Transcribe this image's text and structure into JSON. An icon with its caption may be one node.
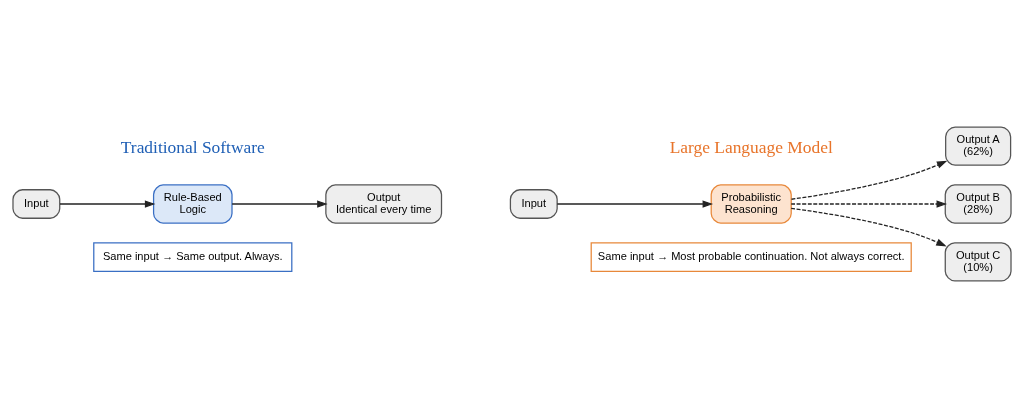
{
  "diagram": {
    "nodes": [
      {
        "text": [
          "Input"
        ]
      },
      {
        "text": [
          "Rule-Based Logic"
        ]
      },
      {
        "text": [
          "Output",
          "Identical every time"
        ]
      },
      {
        "text": [
          "Same input → Same output. Always."
        ]
      },
      {
        "text": [
          "Input"
        ]
      },
      {
        "text": [
          "Probabilistic Reasoning"
        ]
      },
      {
        "text": [
          "Output A",
          "(62%)"
        ]
      },
      {
        "text": [
          "Output B",
          "(28%)"
        ]
      },
      {
        "text": [
          "Output C",
          "(10%)"
        ]
      },
      {
        "text": [
          "Same input → Most probable continuation. Not always correct."
        ]
      }
    ],
    "edges": [
      {
        "from": 0,
        "to": 1,
        "arrow": "to"
      },
      {
        "from": 1,
        "to": 2,
        "arrow": "to"
      },
      {
        "from": 4,
        "to": 5,
        "arrow": "to"
      },
      {
        "from": 5,
        "to": 6,
        "arrow": "to",
        "style": "dashed"
      },
      {
        "from": 5,
        "to": 7,
        "arrow": "to",
        "style": "dashed"
      },
      {
        "from": 5,
        "to": 8,
        "arrow": "to",
        "style": "dashed"
      }
    ],
    "labels": [
      "Traditional Software",
      "Large Language Model"
    ]
  }
}
